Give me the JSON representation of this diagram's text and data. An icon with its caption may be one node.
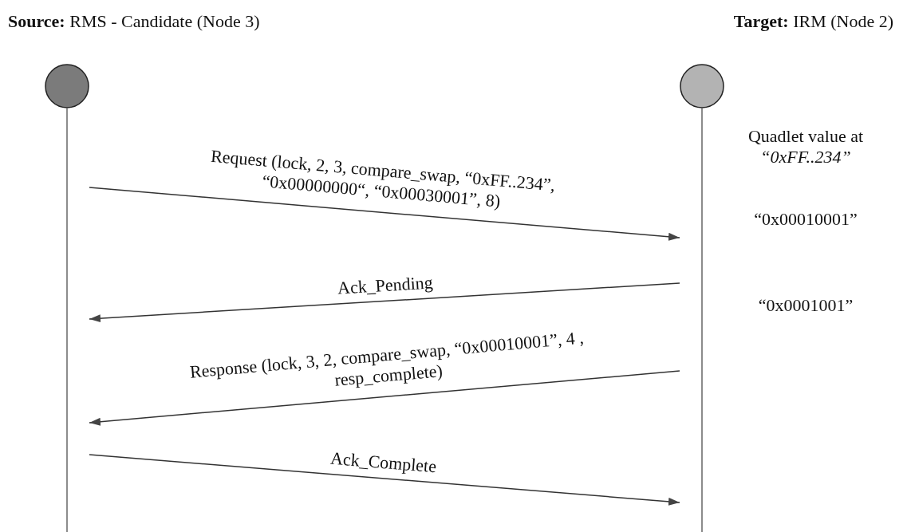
{
  "diagram": {
    "nodes": [
      {
        "text": [
          "**Source:** RMS - Candidate (Node 3)"
        ]
      },
      {
        "text": [
          "**Target:** IRM (Node 2)"
        ]
      }
    ],
    "edges": [
      {
        "from": 0,
        "to": 1,
        "arrow": "to",
        "label": "Request (lock, 2, 3, compare_swap, “0xFF..234”, “0x00000000“, “0x00030001”, 8)"
      },
      {
        "from": 1,
        "to": 0,
        "arrow": "to",
        "label": "Ack_Pending"
      },
      {
        "from": 1,
        "to": 0,
        "arrow": "to",
        "label": "Response (lock, 3, 2, compare_swap, “0x00010001”, 4 , resp_complete)"
      },
      {
        "from": 0,
        "to": 1,
        "arrow": "to",
        "label": "Ack_Complete"
      }
    ],
    "labels": [
      "Quadlet value at *“0xFF..234”*",
      "“0x00010001”",
      "“0x0001001”"
    ]
  }
}
